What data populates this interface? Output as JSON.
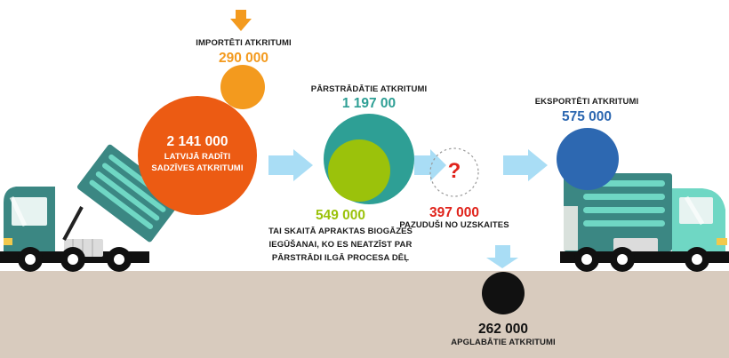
{
  "imported": {
    "label": "IMPORTĒTI ATKRITUMI",
    "value": "290 000"
  },
  "generated": {
    "value": "2 141 000",
    "label_line1": "LATVIJĀ RADĪTI",
    "label_line2": "SADZĪVES ATKRITUMI"
  },
  "processed": {
    "label": "PĀRSTRĀDĀTIE ATKRITUMI",
    "value": "1 197 00"
  },
  "biogas": {
    "value": "549 000",
    "line1": "TAI SKAITĀ APRAKTAS BIOGĀZES",
    "line2": "IEGŪŠANAI, KO ES NEATZĪST PAR",
    "line3": "PĀRSTRĀDI ILGĀ PROCESA DĒĻ"
  },
  "missing": {
    "symbol": "?",
    "value": "397 000",
    "label": "PAZUDUŠI NO UZSKAITES"
  },
  "exported": {
    "label": "EKSPORTĒTI ATKRITUMI",
    "value": "575 000"
  },
  "landfilled": {
    "value": "262 000",
    "label": "APGLABĀTIE ATKRITUMI"
  },
  "colors": {
    "orange": "#F39A1E",
    "red_orange": "#EC5B13",
    "teal": "#2E9F95",
    "green": "#9BC20B",
    "red": "#E0231B",
    "blue": "#2D68B1",
    "black": "#111111",
    "arrow": "#A9DDF5",
    "ground": "#D8CBBE",
    "truck_teal": "#3B8783"
  }
}
